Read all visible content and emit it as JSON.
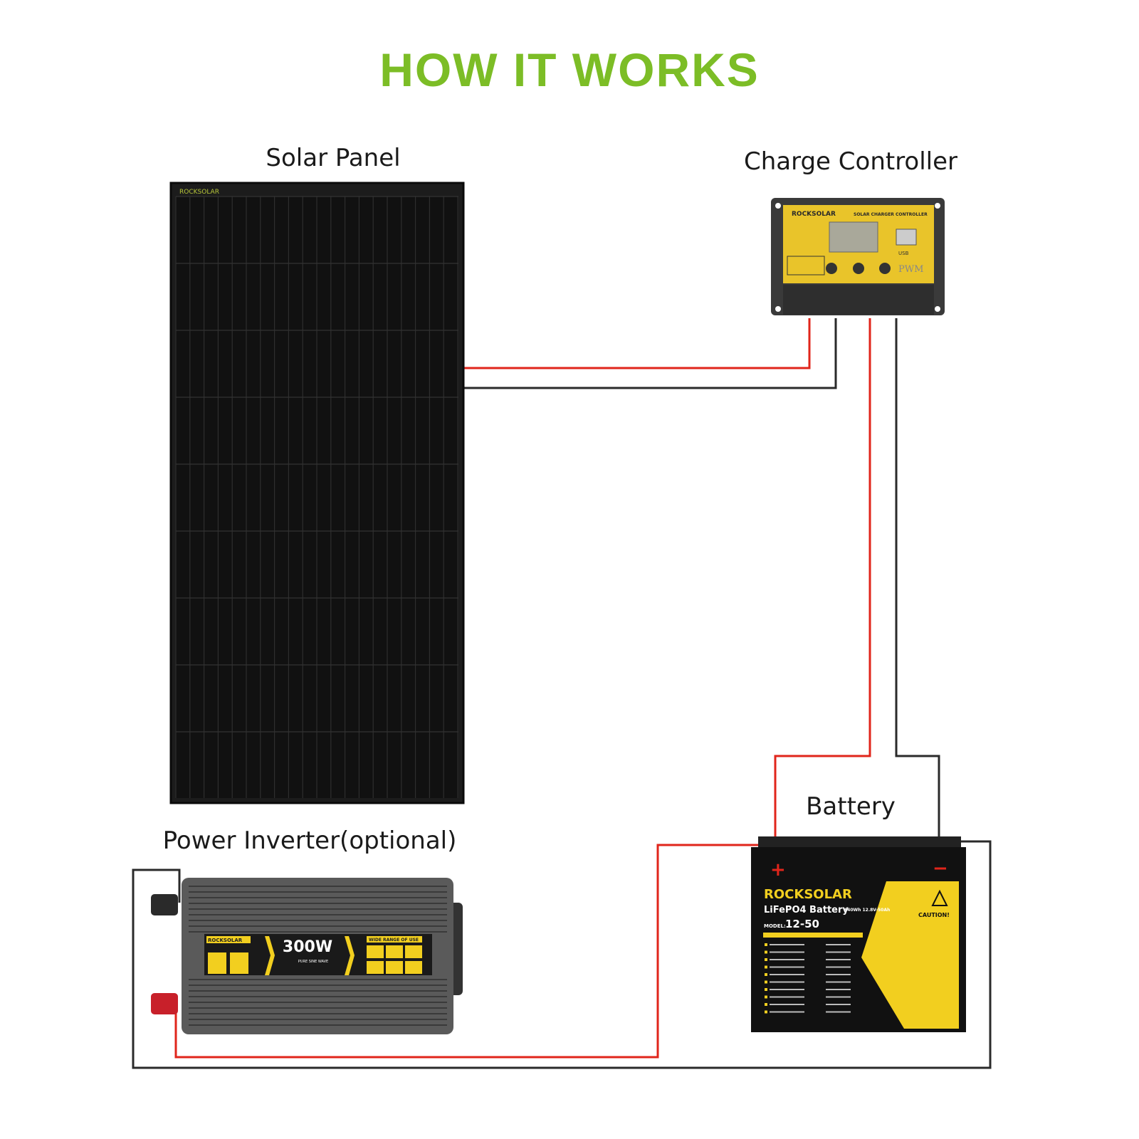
{
  "title": "HOW IT WORKS",
  "colors": {
    "title": "#7cbd26",
    "positive_wire": "#e0251b",
    "negative_wire": "#2a2a2a",
    "brand_yellow": "#f2cf1f"
  },
  "components": {
    "solar_panel": {
      "label": "Solar Panel",
      "brand": "ROCKSOLAR"
    },
    "charge_controller": {
      "label": "Charge Controller",
      "brand": "ROCKSOLAR",
      "subtitle": "SOLAR CHARGER CONTROLLER",
      "type": "PWM",
      "usb": "USB"
    },
    "battery": {
      "label": "Battery",
      "brand": "ROCKSOLAR",
      "product": "LiFePO4 Battery",
      "capacity": "640Wh 12.8V-50Ah",
      "model_label": "MODEL:",
      "model": "12-50",
      "caution": "CAUTION!"
    },
    "inverter": {
      "label": "Power Inverter(optional)",
      "brand": "ROCKSOLAR",
      "power": "300W",
      "wave": "PURE SINE WAVE",
      "use": "WIDE RANGE OF USE"
    }
  }
}
